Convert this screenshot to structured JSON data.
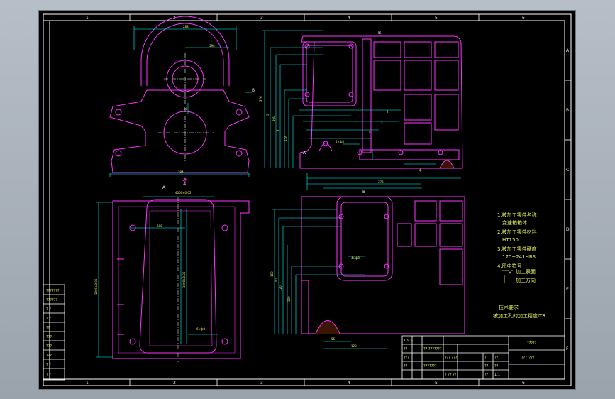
{
  "grid": {
    "cols": [
      "1",
      "2",
      "3",
      "4",
      "5",
      "6"
    ],
    "rows": [
      "A",
      "B",
      "C",
      "D",
      "E",
      "F"
    ]
  },
  "dims": {
    "front_top": "288",
    "front_r": "198",
    "front_bottom": "284",
    "front_b": "B",
    "front_a": "A",
    "front_60": "60",
    "side_top": "B",
    "side_376": "376",
    "side_5": "5",
    "side_160": "160",
    "side_1": "1",
    "side_376b": "376",
    "side_2": "2",
    "side_3": "3",
    "side_4": "4",
    "side_hole": "4×ф8",
    "side_a": "A",
    "side_f": "ф",
    "plan_top": "4000±0.05",
    "plan_200": "200",
    "plan_left": "1000±0.05",
    "plan_mid": "1000±0.05",
    "plan_hole": "6×ф8",
    "plan_a": "A",
    "sec_top": "B",
    "sec_hole": "4×ф8",
    "sec_l1": "160",
    "sec_l2": "140",
    "sec_l3": "120",
    "sec_l4": "100",
    "sec_b1": "56",
    "sec_b2": "120"
  },
  "notes": {
    "n1": "1.被加工零件名称：",
    "n1v": "变速箱箱体",
    "n2": "2.被加工零件材料：",
    "n2v": "HT150",
    "n3": "3.被加工零件硬度：",
    "n3v": "170~241HBS",
    "n4": "4.图中符号",
    "n4a": "加工表面",
    "n4b": "加工方向",
    "req_title": "技术要求",
    "req_text": "被加工孔的加工精度IT8",
    "title_top": "?????",
    "title_name": "???????"
  },
  "side_labels": [
    "???????",
    "??????",
    "? ?",
    "? ?",
    "??",
    "???",
    "???",
    "???",
    "? ?",
    "? ?"
  ],
  "title_block": {
    "r1": "1 9 9",
    "r2": "??",
    "r3": "???",
    "r4": "??",
    "c1": "?? ???????",
    "c2": "??? ???",
    "c3": "?",
    "c4": "??",
    "c5": "??",
    "c6": "? ?? ???",
    "c7": "??",
    "c8": "???????",
    "c9": "??",
    "c10": "1:1"
  }
}
